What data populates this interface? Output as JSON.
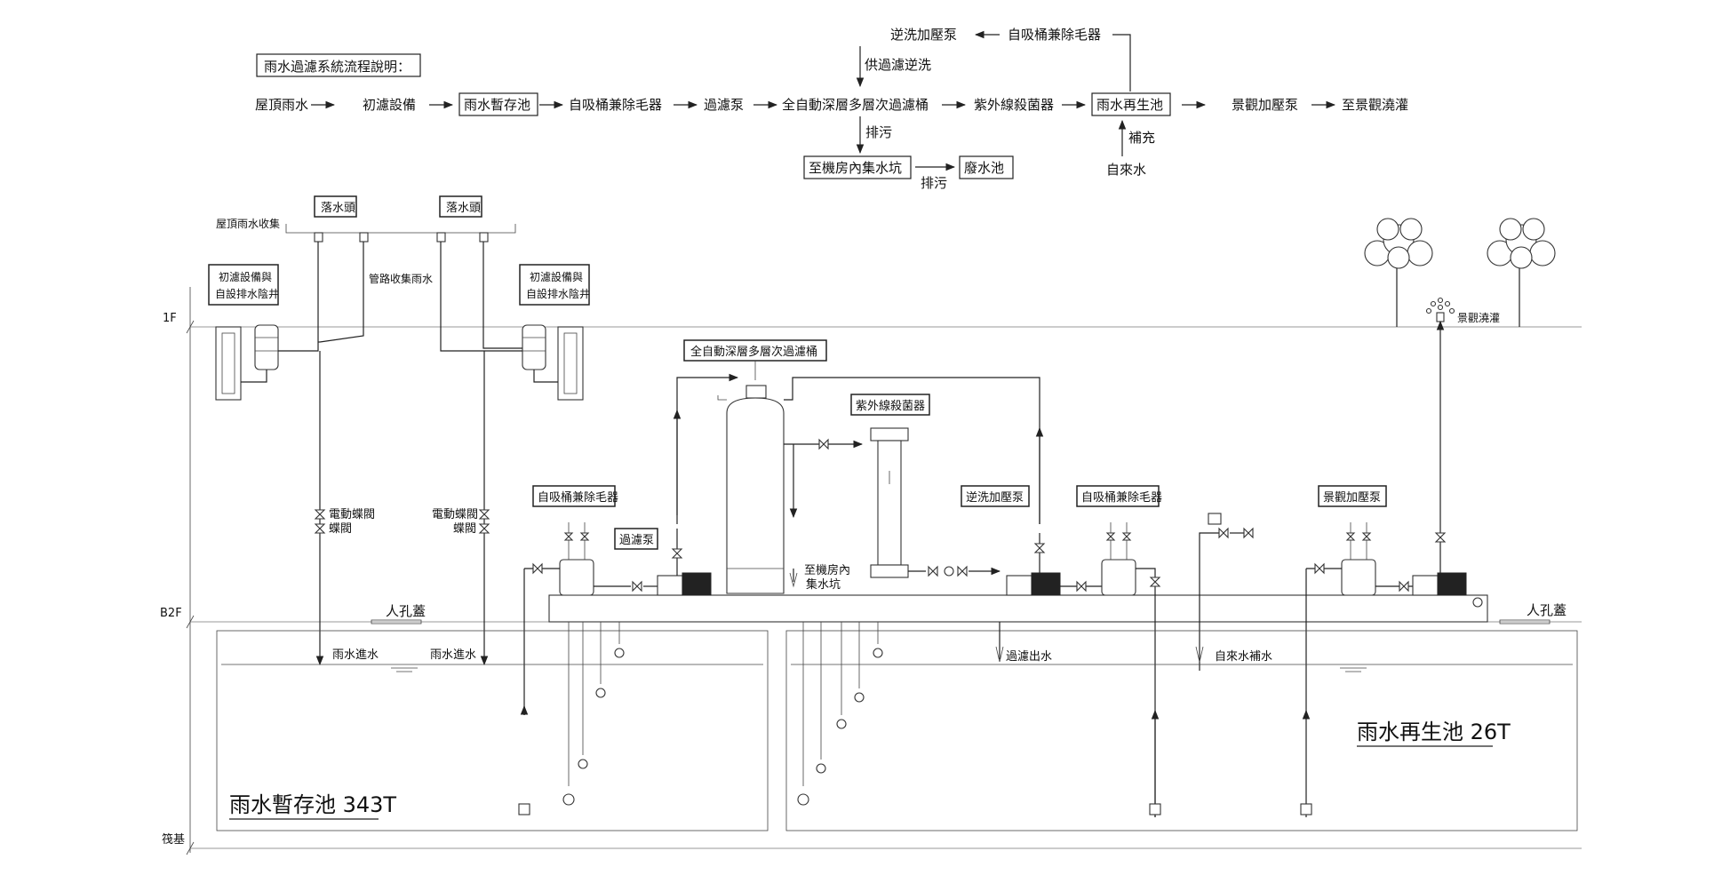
{
  "flow": {
    "title": "雨水過濾系統流程說明：",
    "main_row": [
      "屋頂雨水",
      "初濾設備",
      "雨水暫存池",
      "自吸桶兼除毛器",
      "過濾泵",
      "全自動深層多層次過濾桶",
      "紫外線殺菌器",
      "雨水再生池",
      "景觀加壓泵",
      "至景觀澆灌"
    ],
    "backwash_pump": "逆洗加壓泵",
    "backwash_filter": "自吸桶兼除毛器",
    "backwash_supply": "供過濾逆洗",
    "drain_label": "排污",
    "drain_target": "至機房內集水坑",
    "drain_label2": "排污",
    "waste_pool": "廢水池",
    "replenish_label": "補充",
    "tap_water": "自來水"
  },
  "diagram": {
    "roof_collect": "屋頂雨水收集",
    "downspout_1": "落水頭",
    "downspout_2": "落水頭",
    "pipe_collect": "管路收集雨水",
    "prefilter_l1": "初濾設備與",
    "prefilter_l2": "自設排水陰井",
    "prefilter_r1": "初濾設備與",
    "prefilter_r2": "自設排水陰井",
    "level_1f": "1F",
    "level_b2f": "B2F",
    "level_base": "筏基",
    "valve_l1": "電動蝶閥",
    "valve_l2": "蝶閥",
    "valve_r1": "電動蝶閥",
    "valve_r2": "蝶閥",
    "filter_tank": "全自動深層多層次過濾桶",
    "uv_sterilizer": "紫外線殺菌器",
    "self_priming_1": "自吸桶兼除毛器",
    "filter_pump": "過濾泵",
    "backwash_pump": "逆洗加壓泵",
    "self_priming_2": "自吸桶兼除毛器",
    "landscape_pump": "景觀加壓泵",
    "to_sump_1": "至機房內",
    "to_sump_2": "集水坑",
    "landscape_irrigation": "景觀澆灌",
    "manhole_1": "人孔蓋",
    "manhole_2": "人孔蓋",
    "rain_in_1": "雨水進水",
    "rain_in_2": "雨水進水",
    "filtered_out": "過濾出水",
    "tap_makeup": "自來水補水",
    "storage_pool": "雨水暫存池 343T",
    "recycle_pool": "雨水再生池 26T"
  }
}
